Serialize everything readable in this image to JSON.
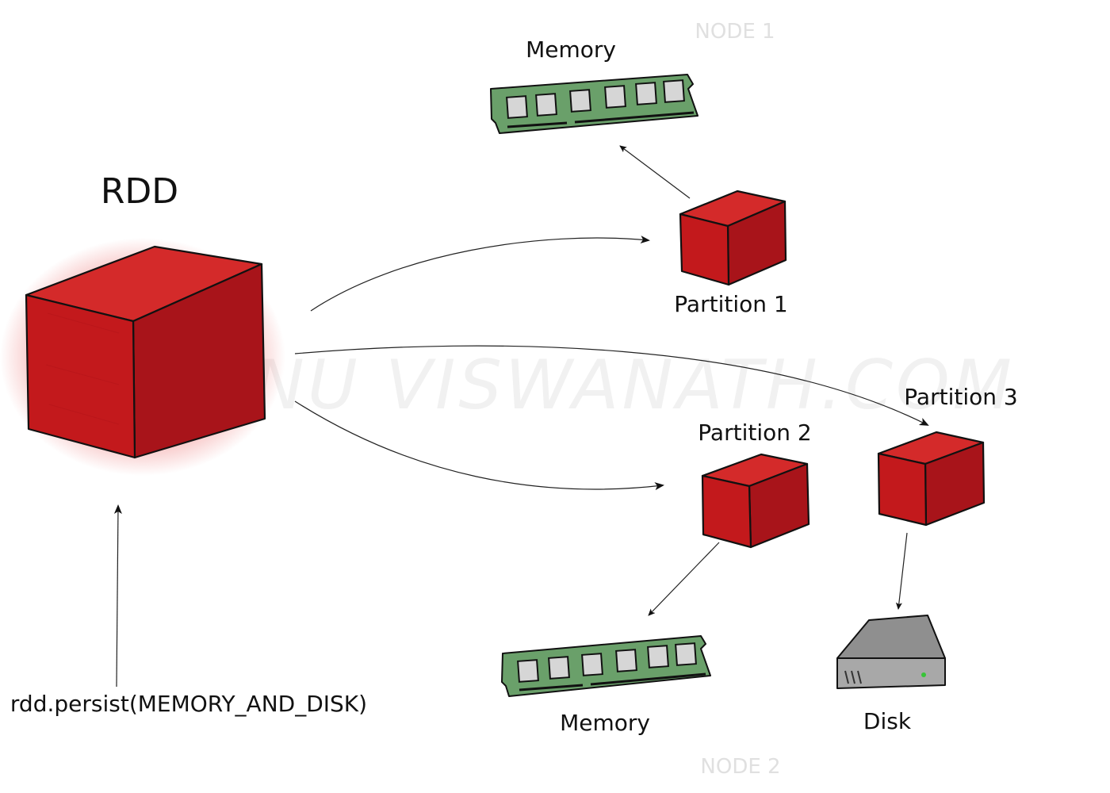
{
  "labels": {
    "rdd": "RDD",
    "partition1": "Partition 1",
    "partition2": "Partition 2",
    "partition3": "Partition 3",
    "memory_top": "Memory",
    "memory_bottom": "Memory",
    "disk": "Disk",
    "code": "rdd.persist(MEMORY_AND_DISK)",
    "node1": "NODE 1",
    "node2": "NODE 2",
    "watermark": "VISHNU VISWANATH.COM"
  },
  "colors": {
    "cube_red": "#c3191c",
    "ram_green": "#6aa06a",
    "disk_gray": "#8a8a8a"
  },
  "icons": {
    "rdd": "red-cube-icon",
    "partition": "red-cube-icon",
    "memory": "ram-stick-icon",
    "disk": "hard-disk-icon"
  }
}
